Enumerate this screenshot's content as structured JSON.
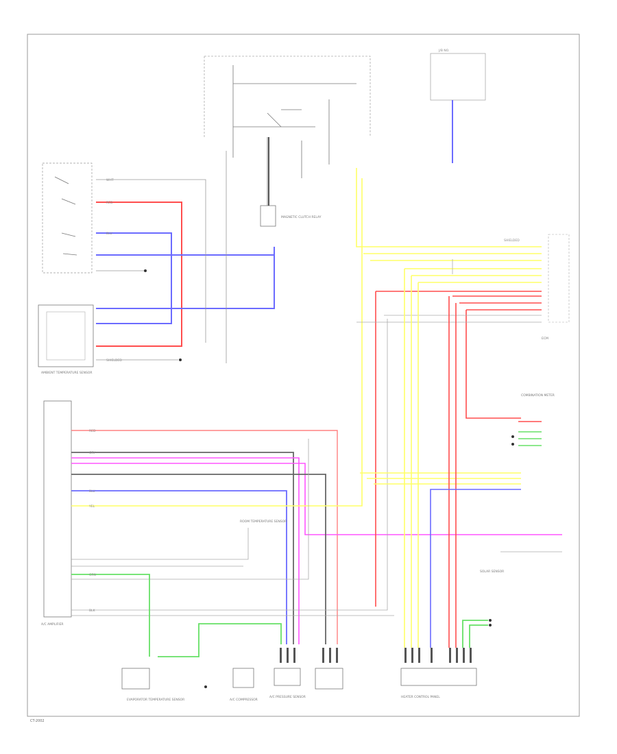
{
  "colors": {
    "red": "#ff4d4d",
    "blue": "#6a6aff",
    "magenta": "#ff55ff",
    "yellow": "#ffff66",
    "green": "#66e066",
    "gray": "#666666",
    "black": "#444444",
    "frame": "#999999"
  },
  "wire_labels": {
    "red": "RED",
    "blue": "BLU",
    "yellow": "YEL",
    "green": "GRN",
    "gray": "GRY",
    "black": "BLK",
    "white": "WHT",
    "shielded": "SHIELDED"
  },
  "components": {
    "ac_pressure_sensor": "A/C PRESSURE SENSOR",
    "ac_compressor": "A/C COMPRESSOR",
    "evaporator_temp_sensor": "EVAPORATOR TEMPERATURE SENSOR",
    "ac_amplifier": "A/C AMPLIFIER",
    "ecm": "ECM",
    "combination_meter": "COMBINATION METER",
    "magnetic_clutch_relay": "MAGNETIC CLUTCH RELAY",
    "ambient_temp_sensor": "AMBIENT TEMPERATURE SENSOR",
    "room_temp_sensor": "ROOM TEMPERATURE SENSOR",
    "solar_sensor": "SOLAR SENSOR",
    "heater_control_panel": "HEATER CONTROL PANEL"
  },
  "footer": {
    "code": "CT-2002"
  }
}
